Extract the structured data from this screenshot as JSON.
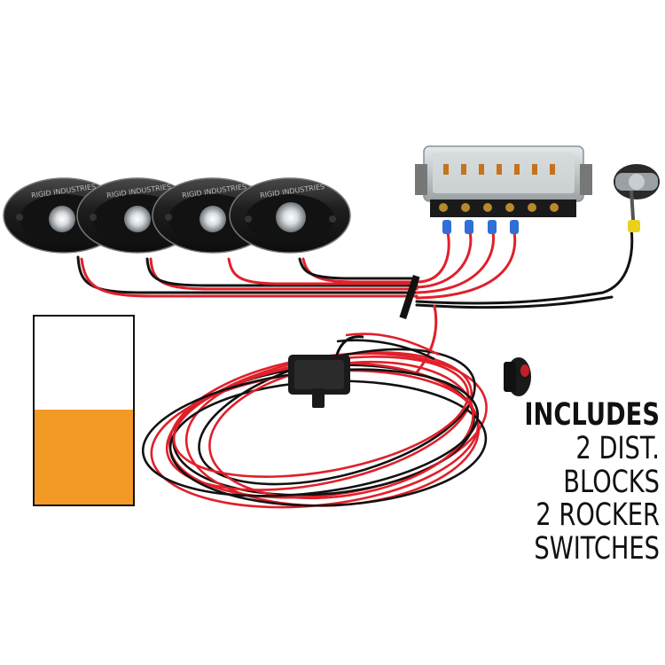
{
  "product": {
    "brand_text": "RIGID INDUSTRIES",
    "pod_count": 4
  },
  "color_options": {
    "top": "#ffffff",
    "bottom": "#f39a26"
  },
  "includes": {
    "title": "INCLUDES",
    "items": [
      "2 DIST. BLOCKS",
      "2 ROCKER SWITCHES"
    ]
  },
  "colors": {
    "pod_body": "#1b1b1b",
    "red_wire": "#e0202a",
    "black_wire": "#121212",
    "fuse_box": "#cfd3d6",
    "terminal_blue": "#2f6fd6",
    "terminal_yellow": "#e8d21e"
  }
}
